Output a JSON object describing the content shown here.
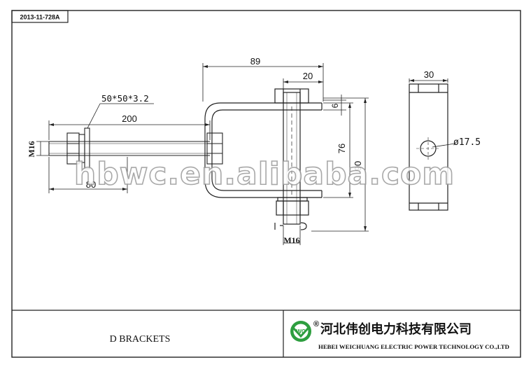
{
  "drawing_number": "2013-11-728A",
  "dimensions": {
    "overall_width": "89",
    "nut_width": "20",
    "thickness": "6",
    "inner_height": "76",
    "outer_height": "90",
    "side_width": "30",
    "hole_diameter": "ø17.5",
    "washer_spec": "50*50*3.2",
    "bolt_length": "200",
    "thread_length": "80",
    "bolt_thread_left": "M16",
    "bolt_thread_bottom": "M16"
  },
  "watermark": "hbwc.en.alibaba.com",
  "title_block": {
    "part_name": "D BRACKETS",
    "company_cn": "河北伟创电力科技有限公司",
    "company_en": "HEBEI WEICHUANG ELECTRIC  POWER TECHNOLOGY CO.,LTD",
    "logo_letters": "WC",
    "registered_mark": "®"
  }
}
